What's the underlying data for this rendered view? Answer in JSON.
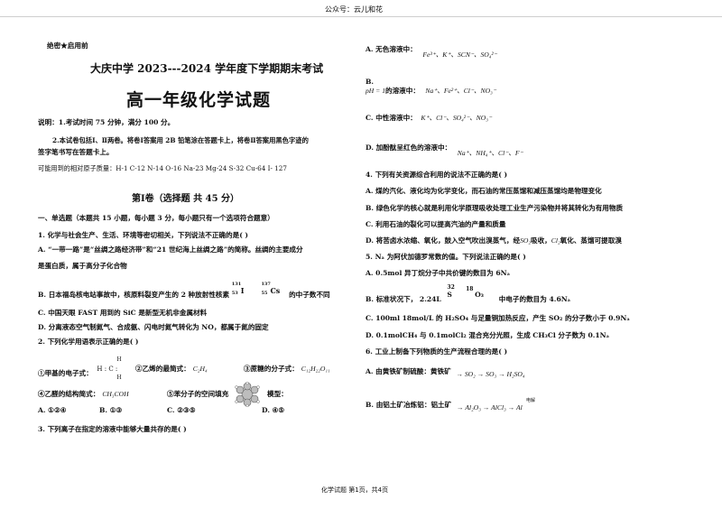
{
  "header": {
    "watermark": "公众号：云儿和花"
  },
  "left": {
    "secret": "绝密★启用前",
    "school_title": "大庆中学 2023---2024 学年度下学期期末考试",
    "main_title": "高一年级化学试题",
    "note1": "说明：1.考试时间 75 分钟，满分 100 分。",
    "note2a": "2.本试卷包括Ⅰ、Ⅱ两卷。将卷Ⅰ答案用 2B 铅笔涂在答题卡上，将卷Ⅱ答案用黑色字迹的",
    "note2b": "签字笔书写在答题卡上。",
    "atomic": "可能用到的相对原子质量：H-1  C-12  N-14  O-16  Na-23  Mg-24  S-32  Cu-64  I- 127",
    "part1_title": "第Ⅰ卷（选择题   共 45 分）",
    "section1": "一、单选题（本题共 15 小题，每小题 3 分，每小题只有一个选项符合题意）",
    "q1_stem": "1. 化学与社会生产、生活、环境等密切相关，下列说法不正确的是(     )",
    "q1_a1": "A. “一带一路”是“丝绸之路经济带”和“21 世纪海上丝绸之路”的简称。丝绸的主要成分",
    "q1_a2": "是蛋白质，属于高分子化合物",
    "q1_b_pre": "B. 日本福岛核电站事故中，核原料裂变产生的 2 种放射性核素",
    "q1_b_iso1": "131",
    "q1_b_iso1_el": "I",
    "q1_b_iso1_z": "53",
    "q1_b_iso2": "137",
    "q1_b_iso2_el": "Cs",
    "q1_b_iso2_z": "55",
    "q1_b_post": "的中子数不同",
    "q1_c": "C. 中国天眼 FAST 用到的 SiC 是新型无机非金属材料",
    "q1_d": "D. 分离液态空气制氮气、合成氨、闪电时氮气转化为 NO，都属于氮的固定",
    "q2_stem": "2. 下列化学用语表示正确的是(     )",
    "q2_1": "①甲基的电子式：",
    "q2_1_formula": "H : C :",
    "q2_1_h_top": "H",
    "q2_1_h_bot": "H",
    "q2_2": "②乙烯的最简式：",
    "q2_2_f": "C₂H₄",
    "q2_3": "③蔗糖的分子式：",
    "q2_3_f": "C₁₂H₂₂O₁₁",
    "q2_4": "④乙醛的结构简式：",
    "q2_4_f": "CH₃COH",
    "q2_5": "⑤苯分子的空间填充",
    "q2_5_tail": "模型：",
    "q2_opt_a": "A. ①②④",
    "q2_opt_b": "B. ①③",
    "q2_opt_c": "C. ②③⑤",
    "q2_opt_d": "D. ④⑤",
    "q3_stem": "3. 下列离子在指定的溶液中能够大量共存的是(     )"
  },
  "right": {
    "q3_a": "A. 无色溶液中：",
    "q3_a_ions": "Fe³⁺、K⁺、SCN⁻、SO₄²⁻",
    "q3_b": "B.",
    "q3_b_ph": "pH = 1",
    "q3_b_tail": "的溶液中：",
    "q3_b_ions": "Na⁺、Fe²⁺、Cl⁻、NO₃⁻",
    "q3_c": "C. 中性溶液中：",
    "q3_c_ions": "K⁺、Cl⁻、SO₄²⁻、NO₃⁻",
    "q3_d": "D. 加酚酞呈红色的溶液中：",
    "q3_d_ions": "Na⁺、NH₄⁺、Cl⁻、F⁻",
    "q4_stem": "4. 下列有关资源综合利用的说法不正确的是(     )",
    "q4_a": "A. 煤的汽化、液化均为化学变化，而石油的常压蒸馏和减压蒸馏均是物理变化",
    "q4_b": "B. 绿色化学的核心就是利用化学原理吸收处理工业生产污染物并将其转化为有用物质",
    "q4_c": "C. 利用石油的裂化可以提高汽油的产量和质量",
    "q4_d1": "D. 将苦卤水浓缩、氧化，鼓入空气吹出溴蒸气，经",
    "q4_d_so2": "SO₂",
    "q4_d2": "吸收，",
    "q4_d_cl2": "Cl₂",
    "q4_d3": "氧化、蒸馏可提取溴",
    "q5_stem": "5.   Nₐ 为阿伏加德罗常数的值。下列说法正确的是(     )",
    "q5_a": "A.  0.5mol 异丁烷分子中共价键的数目为 6Nₐ",
    "q5_b_pre": "B.  标准状况下，   2.24L",
    "q5_b_mass1": "32",
    "q5_b_s": "S",
    "q5_b_mass2": "18",
    "q5_b_o3": "O₃",
    "q5_b_post": "中电子的数目为 4.6Nₐ",
    "q5_c": "C.  100ml 18mol/L 的 H₂SO₄ 与足量铜加热反应，产生 SO₂ 的分子数小于 0.9Nₐ",
    "q5_d": "D.  0.1molCH₄ 与 0.1molCl₂ 混合充分光照，生成 CH₃Cl 分子数为 0.1Nₐ",
    "q6_stem": "6. 工业上制备下列物质的生产流程合理的是(     )",
    "q6_a": "A. 由黄铁矿制硫酸：黄铁矿",
    "q6_a_chain": "→ SO₂ → SO₃ → H₂SO₄",
    "q6_b": "B. 由铝土矿冶炼铝：铝土矿",
    "q6_b_chain": "→ Al₂O₃ → AlCl₃ → Al",
    "q6_b_label": "电解"
  },
  "footer": {
    "page": "化学试题    第1页，共4页"
  }
}
